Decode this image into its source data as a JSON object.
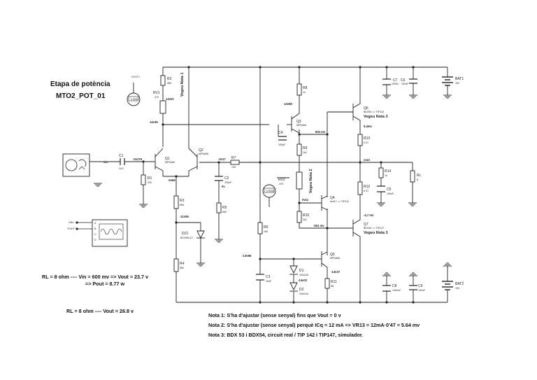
{
  "titles": {
    "line1": "Etapa de potència",
    "line2": "MTO2_POT_01"
  },
  "results": {
    "line1": "RL = 8 ohm  ----  Vin = 600 mv => Vout = 23.7 v",
    "line2": "=> Pout = 8.77 w",
    "line3": "RL = 8 ohm  ----   Vout = 26.8 v"
  },
  "notes": {
    "nota1": "Nota 1: S'ha d'ajustar (sense senyal) fins que Vout = 0 v",
    "nota2": "Nota 2: S'ha d'ajustar (sense senyal) perquè ICq = 12 mA => VR13 = 12mA·0'47 = 5.64 mv",
    "nota3": "Nota 3: BDX 53 i BDX54, circuit real / TIP 142 i TIP147, simulador."
  },
  "components": {
    "r2": "R2",
    "r2v": "560",
    "rv1": "RV1",
    "rv1v": "470",
    "vegeu1": "Vegeu Nota 1",
    "vout_probe": "VOUT1",
    "c1": "C1",
    "c1v": "2U2",
    "r1": "R1",
    "r1v": "22k",
    "q1": "Q1",
    "q1v": "MPSA06",
    "q2": "Q2",
    "q2v": "MPSA06",
    "r3": "R3",
    "r3v": "560",
    "r4": "R4",
    "r4v": "560",
    "dz1": "DZ1",
    "dz1v": "BZX55C13",
    "r7": "R7",
    "r7v": "10K",
    "c2": "C2",
    "c2v": "220nF",
    "r5": "R5",
    "r5v": "560",
    "r6": "R6",
    "r6v": "15k",
    "c3": "C3",
    "c3v": "10uF",
    "r8": "R8",
    "r8v": "1k",
    "q3": "Q3",
    "q3v": "MPSA06",
    "c4": "C4",
    "c4v": "100pF",
    "r9": "R9",
    "r9v": "1k2",
    "rv2": "RV2",
    "rv2v": "470",
    "vegeu2": "Vegeu Nota 2",
    "r10": "R10",
    "r10v": "2k2",
    "q4": "Q4",
    "q4v": "bc417 => TIP112",
    "q5": "Q5",
    "q5v": "MPSA06",
    "d1": "D1",
    "d1v": "1N4148",
    "d2": "D2",
    "d2v": "1N4148",
    "r11": "R11",
    "r11v": "68",
    "q6": "Q6",
    "q6v": "BDX53 => TIP142",
    "vegeu3a": "Vegeu Nota 3",
    "r13": "R13",
    "r13v": "0.47",
    "r12": "R12",
    "r12v": "0.47",
    "q7": "Q7",
    "q7v": "BDX54 => TIP147",
    "vegeu3b": "Vegeu Nota 3",
    "r14": "R14",
    "r14v": "10",
    "c5": "C5",
    "c5v": "100nF",
    "rl": "RL",
    "rlv": "8",
    "c7": "C7",
    "c7v": "1000u",
    "c6": "C6",
    "c6v": "100nF",
    "bat1": "BAT1",
    "bat1v": "15V",
    "c8": "C8",
    "c8v": "1000uF",
    "c9": "C9",
    "c9v": "100nF",
    "bat2": "BAT2",
    "bat2v": "15V",
    "vin": "VIN",
    "vout": "VOUT",
    "osc_a": "A",
    "osc_b": "B",
    "osc_c": "C",
    "osc_d": "D",
    "meter_text": "0.0000"
  },
  "voltages": {
    "v1": "14v36",
    "v2": "14v02",
    "v3": "-0v176",
    "v4": "-0v65",
    "v5": "-0v17",
    "v6": "0v",
    "v7": "-11v55",
    "v8": "14v58",
    "v9": "603 mv",
    "v10": "5,4mv",
    "v11": "vout",
    "v12": "0v11",
    "v13": "-501 mv",
    "v14": "-4,7 mv",
    "v15": "-13V66",
    "v16": "-14v37",
    "v17": "-14v02",
    "v18": "vin"
  }
}
